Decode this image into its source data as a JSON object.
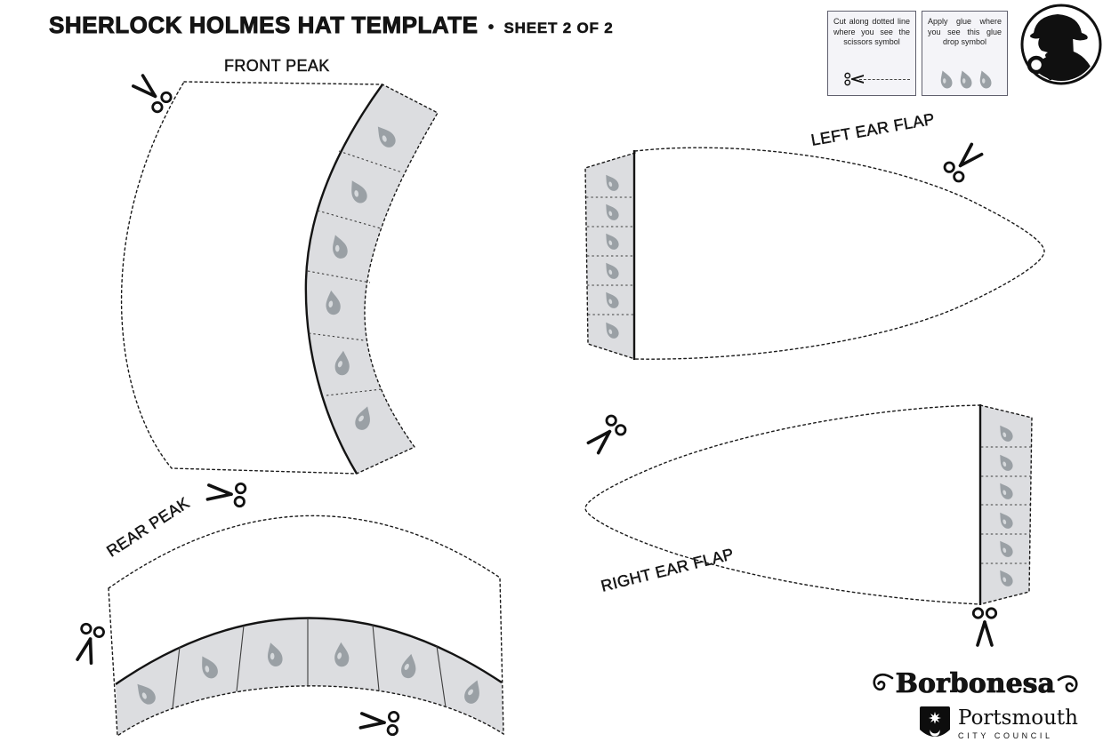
{
  "header": {
    "title": "SHERLOCK HOLMES HAT TEMPLATE",
    "separator": "•",
    "sheet": "SHEET 2 OF 2"
  },
  "instructions": {
    "cut": {
      "text": "Cut along dotted line where you see the scissors symbol"
    },
    "glue": {
      "text": "Apply glue where you see this glue drop symbol"
    }
  },
  "pieces": {
    "front_peak": {
      "label": "FRONT PEAK",
      "glue_tabs": 6
    },
    "left_ear_flap": {
      "label": "LEFT EAR FLAP",
      "glue_tabs": 6
    },
    "rear_peak": {
      "label": "REAR PEAK",
      "glue_tabs": 6
    },
    "right_ear_flap": {
      "label": "RIGHT EAR FLAP",
      "glue_tabs": 6
    }
  },
  "branding": {
    "studio": "Borbonesa",
    "council": {
      "name": "Portsmouth",
      "subtitle": "CITY COUNCIL"
    }
  },
  "colors": {
    "tab_fill": "#dcdde0",
    "glue_drop": "#9aa0a5",
    "ink": "#1a1a1a"
  }
}
